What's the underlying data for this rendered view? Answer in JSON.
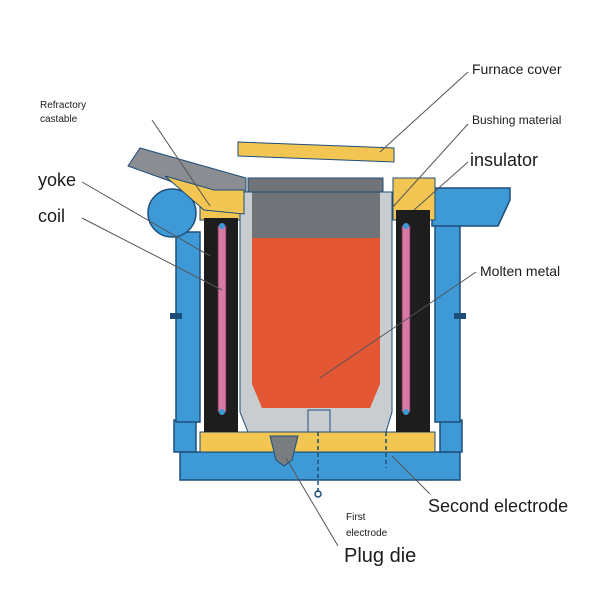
{
  "labels": {
    "refractory_castable_line1": "Refractory",
    "refractory_castable_line2": "castable",
    "yoke": "yoke",
    "coil": "coil",
    "furnace_cover": "Furnace cover",
    "bushing_material": "Bushing material",
    "insulator": "insulator",
    "molten_metal": "Molten metal",
    "second_electrode": "Second electrode",
    "first_electrode_line1": "First",
    "first_electrode_line2": "electrode",
    "plug_die": "Plug die"
  },
  "colors": {
    "frame_blue": "#3e9ad6",
    "frame_outline": "#1d4e7a",
    "refractory_yellow": "#f3c653",
    "lining_grey": "#c9cdd0",
    "top_grey": "#707378",
    "molten_red": "#e45735",
    "coil_black": "#1d1d1d",
    "coil_pink": "#d87aa6"
  }
}
